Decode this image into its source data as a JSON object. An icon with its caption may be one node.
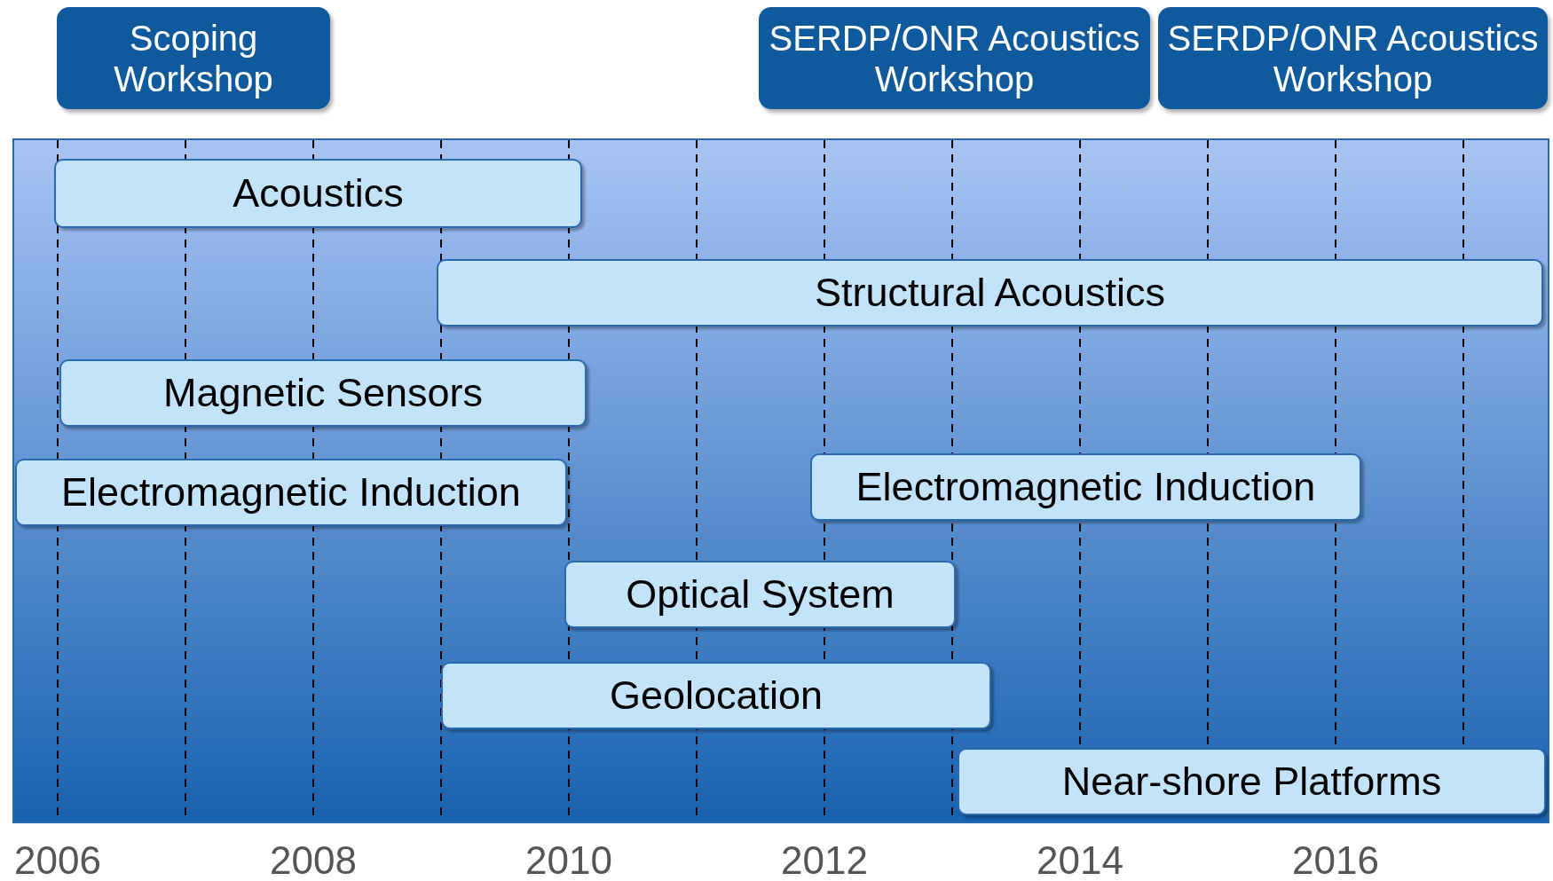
{
  "diagram": {
    "nodes": [
      {
        "text": [
          "Scoping Workshop"
        ]
      },
      {
        "text": [
          "SERDP/ONR Acoustics Workshop"
        ]
      },
      {
        "text": [
          "SERDP/ONR Acoustics Workshop"
        ]
      },
      {
        "text": [
          "Acoustics"
        ]
      },
      {
        "text": [
          "Structural Acoustics"
        ]
      },
      {
        "text": [
          "Magnetic Sensors"
        ]
      },
      {
        "text": [
          "Electromagnetic Induction"
        ]
      },
      {
        "text": [
          "Electromagnetic Induction"
        ]
      },
      {
        "text": [
          "Optical System"
        ]
      },
      {
        "text": [
          "Geolocation"
        ]
      },
      {
        "text": [
          "Near-shore Platforms"
        ]
      }
    ],
    "labels": [
      "2006",
      "2008",
      "2010",
      "2012",
      "2014",
      "2016"
    ]
  }
}
